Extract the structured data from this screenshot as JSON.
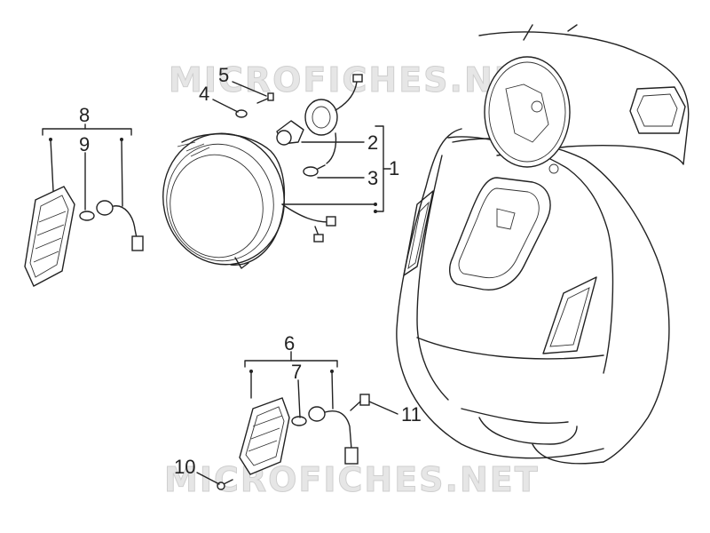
{
  "watermark": {
    "text": "MICROFICHES.NET"
  },
  "callouts": [
    {
      "id": "1",
      "label": "1"
    },
    {
      "id": "2",
      "label": "2"
    },
    {
      "id": "3",
      "label": "3"
    },
    {
      "id": "4",
      "label": "4"
    },
    {
      "id": "5",
      "label": "5"
    },
    {
      "id": "6",
      "label": "6"
    },
    {
      "id": "7",
      "label": "7"
    },
    {
      "id": "8",
      "label": "8"
    },
    {
      "id": "9",
      "label": "9"
    },
    {
      "id": "10",
      "label": "10"
    },
    {
      "id": "11",
      "label": "11"
    }
  ]
}
